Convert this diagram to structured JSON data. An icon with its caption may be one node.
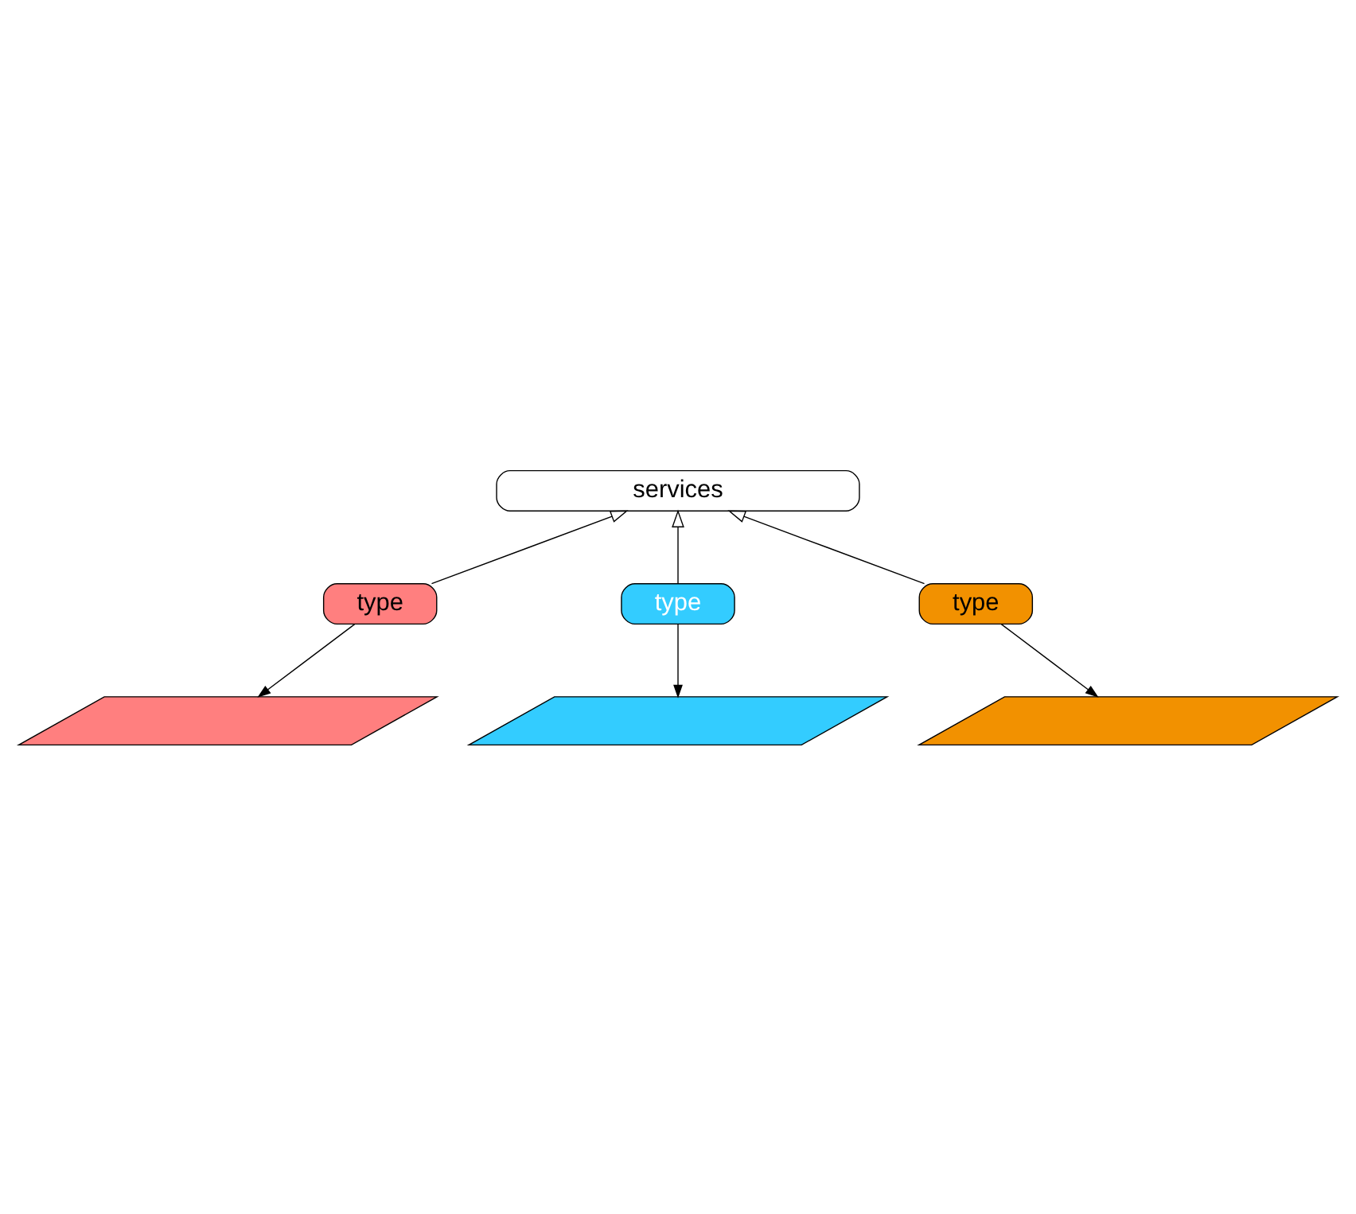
{
  "diagram": {
    "nodes": [
      {
        "text": [
          "services"
        ]
      },
      {
        "text": [
          "type"
        ]
      },
      {
        "text": [
          "type"
        ]
      },
      {
        "text": [
          "type"
        ]
      },
      {
        "text": [],
        "shape": "parallelogram"
      },
      {
        "text": [],
        "shape": "parallelogram"
      },
      {
        "text": [],
        "shape": "parallelogram"
      }
    ],
    "edges": [
      {
        "from": 1,
        "to": 0,
        "arrow": "to"
      },
      {
        "from": 2,
        "to": 0,
        "arrow": "to"
      },
      {
        "from": 3,
        "to": 0,
        "arrow": "to"
      },
      {
        "from": 1,
        "to": 4,
        "arrow": "to"
      },
      {
        "from": 2,
        "to": 5,
        "arrow": "to"
      },
      {
        "from": 3,
        "to": 6,
        "arrow": "to"
      }
    ]
  }
}
